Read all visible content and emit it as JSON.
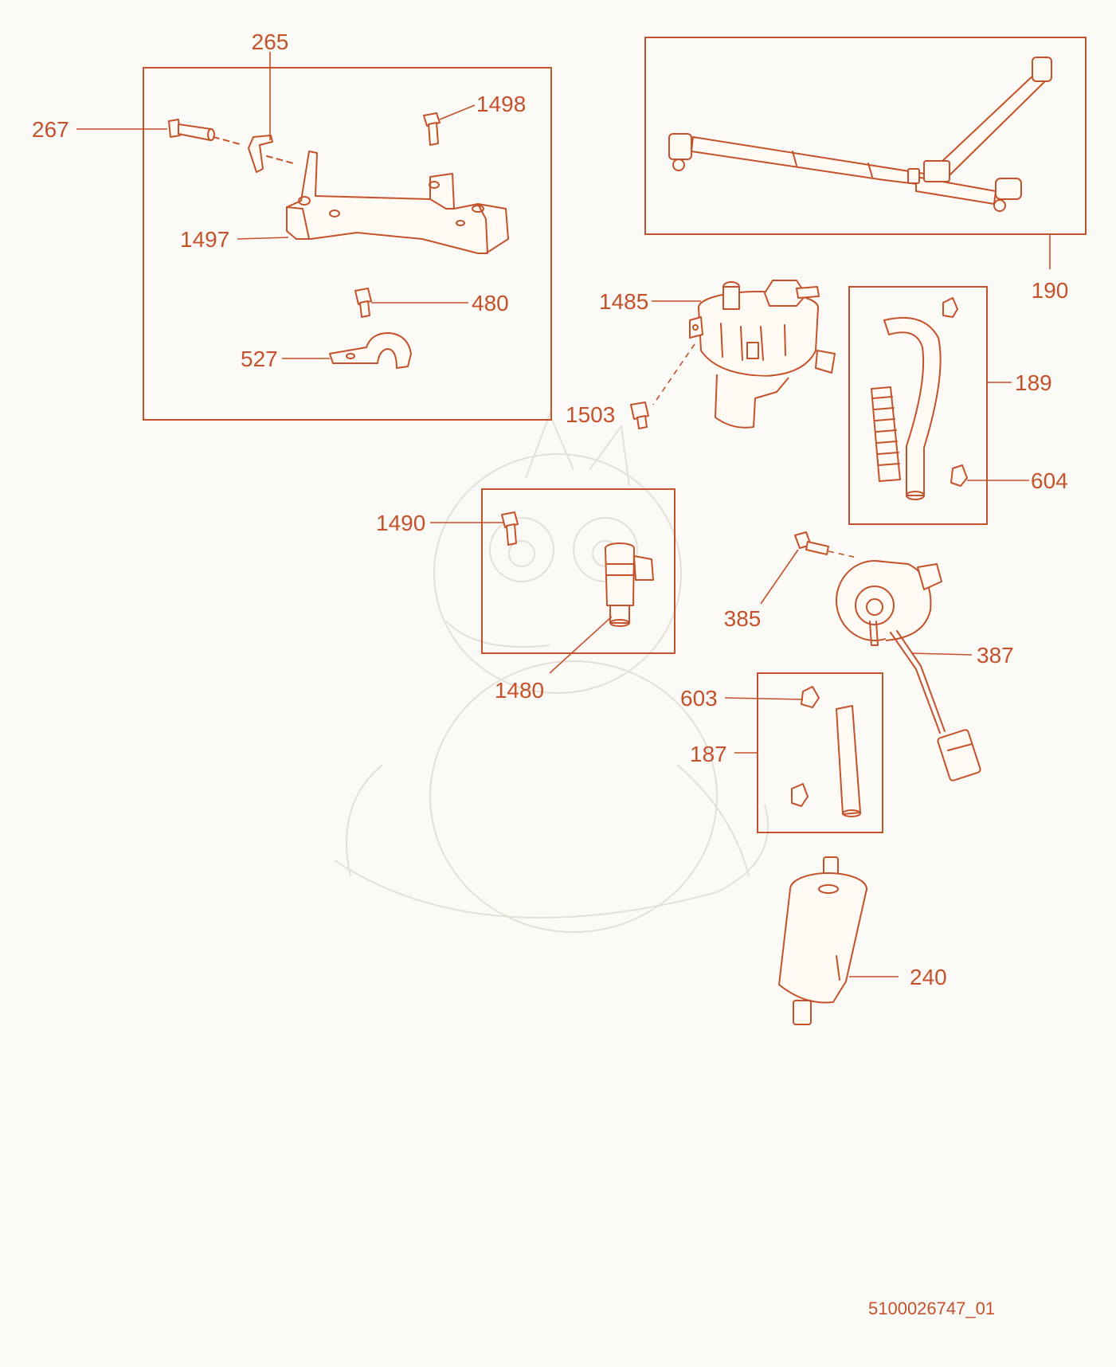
{
  "diagram": {
    "labels": {
      "p265": "265",
      "p267": "267",
      "p1498": "1498",
      "p1497": "1497",
      "p480": "480",
      "p527": "527",
      "p190": "190",
      "p1485": "1485",
      "p1503": "1503",
      "p189": "189",
      "p604": "604",
      "p1490": "1490",
      "p1480": "1480",
      "p385": "385",
      "p387": "387",
      "p603": "603",
      "p187": "187",
      "p240": "240"
    },
    "document_id": "5100026747_01",
    "line_color": "#c4522a",
    "background_color": "#fbfaf7"
  }
}
